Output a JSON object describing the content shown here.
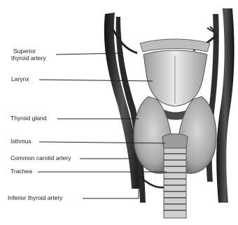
{
  "labels": {
    "superior_line1": "Superior",
    "superior_line2": "thyroid artery",
    "larynx": "Larynx",
    "thyroid_gland": "Thyroid gland",
    "isthmus": "Isthmus",
    "common_carotid": "Common carotid artery",
    "trachea": "Trachea",
    "inferior_thyroid": "Inferior thyroid artery"
  }
}
